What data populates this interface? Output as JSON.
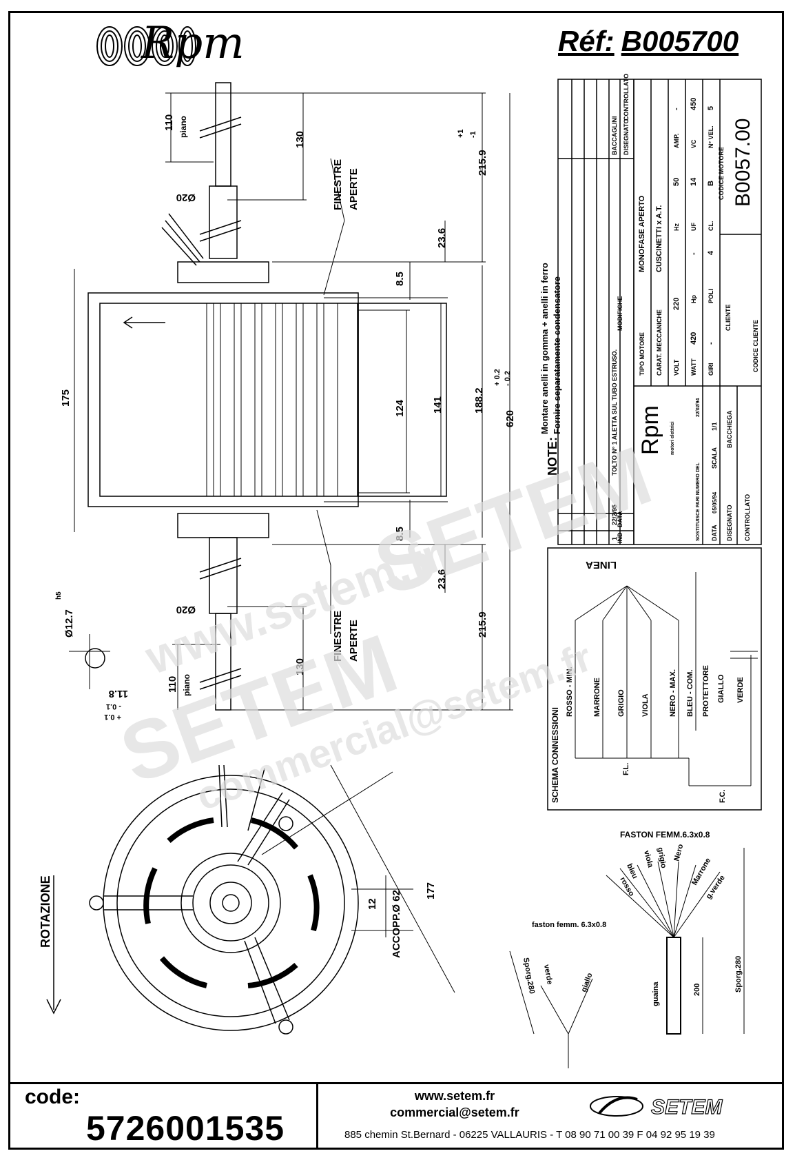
{
  "header": {
    "brand": "Rpm",
    "ref_label": "Réf:",
    "ref_value": "B005700"
  },
  "drawing": {
    "dims_top": {
      "d110": "110",
      "piano": "piano",
      "d130": "130",
      "d20": "Ø20",
      "d215": "215.9",
      "tol_plus": "+1",
      "tol_minus": "-1",
      "d23": "23.6"
    },
    "finestre": "FINESTRE",
    "aperte": "APERTE",
    "d175": "175",
    "d85": "8.5",
    "d124": "124",
    "d141": "141",
    "d188": "188.2",
    "d620": "620",
    "tol_02p": "+ 0.2",
    "tol_02m": "- 0.2",
    "d127": "Ø12.7",
    "h5": "h5",
    "d118": "11.8",
    "tol_01m": "- 0.1",
    "tol_01p": "+ 0.1",
    "rotazione": "ROTAZIONE",
    "d177": "177",
    "accopp": "ACCOPP.Ø 62",
    "d12": "12"
  },
  "note": {
    "label": "NOTE:",
    "line1": "Montare anelli in gomma + anelli in ferro",
    "line2": "Fornire separatamente condensatore"
  },
  "title_block": {
    "modifications": {
      "ind": "IND",
      "data": "DATA",
      "modifiche": "MODIFICHE",
      "rev": "1",
      "rev_date": "22/2/95",
      "rev_text": "TOLTO N° 1 ALETTA SUL TUBO ESTRUSO."
    },
    "baccaglini": "BACCAGLINI",
    "disegnato": "DISEGNATO",
    "controllato": "CONTROLLATO",
    "tipo_motore": "TIPO MOTORE",
    "tipo_motore_val": "MONOFASE APERTO",
    "carat": "CARAT. MECCANICHE",
    "carat_val": "CUSCINETTI x A.T.",
    "volt": "VOLT",
    "volt_val": "220",
    "hz": "Hz",
    "hz_val": "50",
    "amp": "AMP.",
    "amp_val": "-",
    "watt": "WATT",
    "watt_val": "420",
    "hp": "Hp",
    "hp_val": "-",
    "uf": "UF",
    "uf_val": "14",
    "vc": "VC",
    "vc_val": "450",
    "giri": "GIRI",
    "giri_val": "-",
    "poli": "POLI",
    "poli_val": "4",
    "cl": "CL.",
    "cl_val": "B",
    "nvel": "N° VEL.",
    "nvel_val": "5",
    "cliente": "CLIENTE",
    "codice_motore": "CODICE MOTORE",
    "codice_motore_val": "B0057.00",
    "codice_cliente": "CODICE CLIENTE",
    "logo_sub": "motori elettrici",
    "sostituisce": "SOSTITUISCE PARI NUMERO DEL",
    "sostituisce_date": "22/02/94",
    "data": "DATA",
    "data_val": "05/05/94",
    "scala": "SCALA",
    "scala_val": "1/1",
    "disegnato_label": "DISEGNATO",
    "disegnato_val": "BACCHIEGA",
    "controllato_label": "CONTROLLATO"
  },
  "schema": {
    "title": "SCHEMA CONNESSIONI",
    "linea": "LINEA",
    "wires": [
      "ROSSO - MIN.",
      "MARRONE",
      "GRIGIO",
      "VIOLA",
      "NERO - MAX.",
      "BLEU - COM.",
      "PROTETTORE",
      "GIALLO",
      "VERDE"
    ],
    "fl": "F.L.",
    "fc": "F.C."
  },
  "cables": {
    "faston_title": "FASTON FEMM.6.3x0.8",
    "faston_small": "faston femm. 6.3x0.8",
    "wires_big": [
      "rosso",
      "bleu",
      "viola",
      "grigio",
      "Nero",
      "Marrone",
      "g.verde"
    ],
    "guaina": "guaina",
    "d200": "200",
    "sporg": "Sporg.280",
    "wires_small": [
      "verde",
      "giallo"
    ],
    "sporg_small": "Sporg.280"
  },
  "footer": {
    "code_label": "code:",
    "code_value": "5726001535",
    "web": "www.setem.fr",
    "email": "commercial@setem.fr",
    "logo": "SETEM",
    "address": "885 chemin St.Bernard  -  06225 VALLAURIS  -  T 08 90 71 00 39   F 04 92 95 19 39"
  },
  "watermark": {
    "l1": "www.setem.fr",
    "l2": "SETEM",
    "l3": "commercial@setem.fr",
    "l4": "SETEM"
  }
}
